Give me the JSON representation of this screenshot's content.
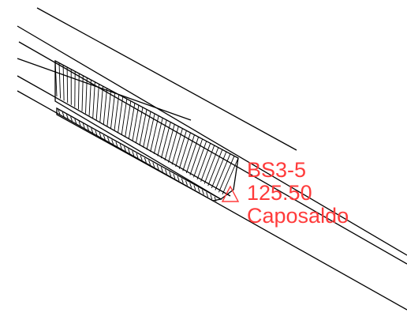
{
  "benchmark": {
    "code": "BS3-5",
    "elevation": "125.50",
    "label": "Caposaldo",
    "marker_icon": "triangle-benchmark-icon"
  },
  "colors": {
    "linework": "#000000",
    "annotation": "#ff3b3b",
    "background": "#ffffff"
  }
}
